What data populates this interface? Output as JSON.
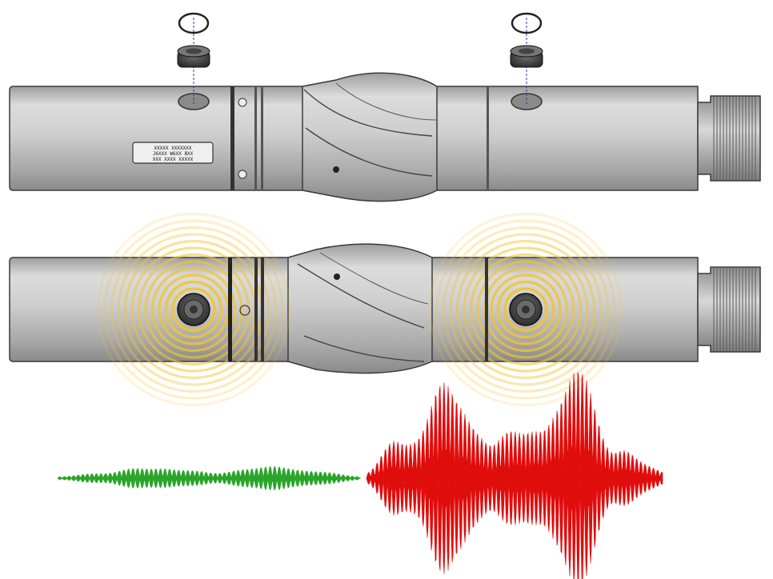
{
  "figure": {
    "top_tool": {
      "engraving_lines": [
        "XXXXX XXXXXXX",
        "J6XXX W6XX BXX",
        "XXX XXXX XXXXX"
      ]
    },
    "colors": {
      "body": "#c9c9c9",
      "body_shadow": "#a9a9a9",
      "outline": "#3a3a3a",
      "rings": "#f3c32e",
      "cap": "#555555",
      "signal_low": "#2aa52a",
      "signal_high": "#e00d0d"
    },
    "icons": [
      "o-ring-icon",
      "sensor-cap-icon",
      "sensor-port-icon",
      "threaded-pin-icon",
      "stabilizer-blade-icon",
      "emission-rings-icon"
    ],
    "signals": {
      "low_amplitude": {
        "color_name": "green"
      },
      "high_amplitude": {
        "color_name": "red"
      }
    }
  }
}
